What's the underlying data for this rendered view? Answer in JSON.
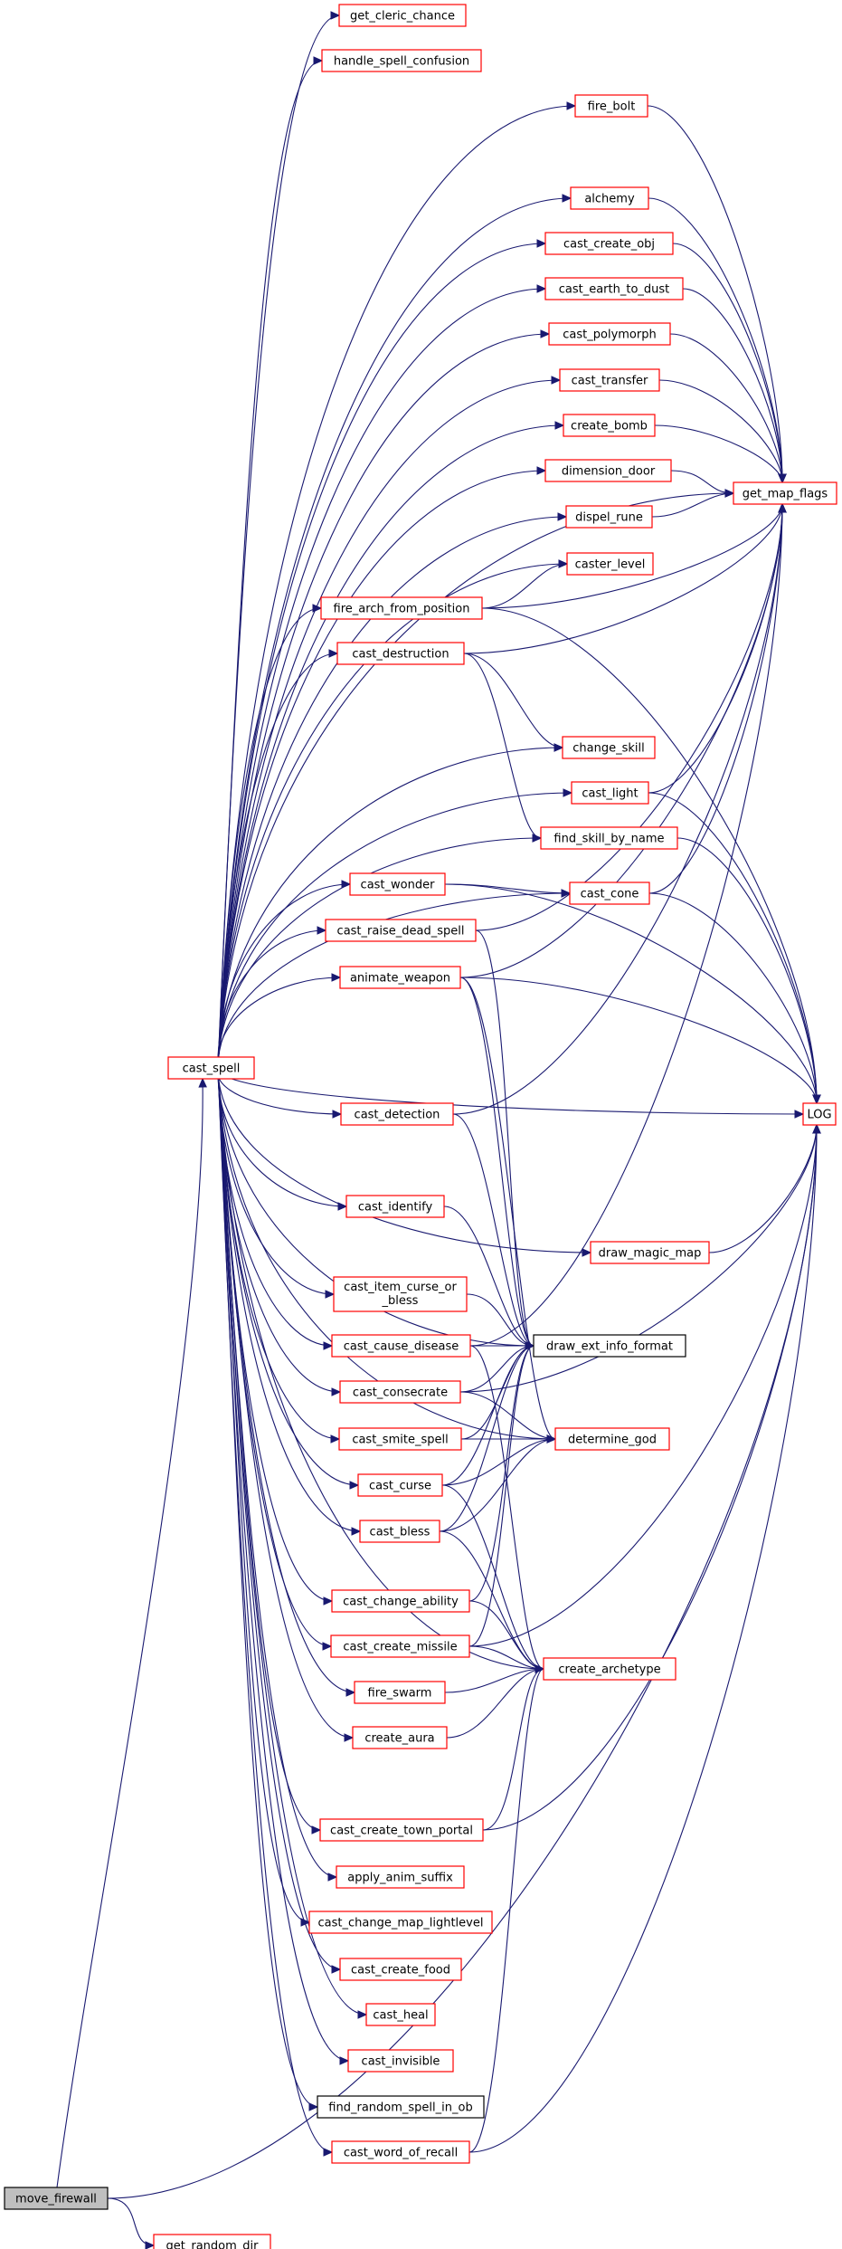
{
  "nodes": [
    {
      "id": "get_cleric_chance",
      "lines": [
        "get_cleric_chance"
      ],
      "style": "red"
    },
    {
      "id": "handle_spell_confusion",
      "lines": [
        "handle_spell_confusion"
      ],
      "style": "red"
    },
    {
      "id": "fire_bolt",
      "lines": [
        "fire_bolt"
      ],
      "style": "red"
    },
    {
      "id": "alchemy",
      "lines": [
        "alchemy"
      ],
      "style": "red"
    },
    {
      "id": "cast_create_obj",
      "lines": [
        "cast_create_obj"
      ],
      "style": "red"
    },
    {
      "id": "cast_earth_to_dust",
      "lines": [
        "cast_earth_to_dust"
      ],
      "style": "red"
    },
    {
      "id": "cast_polymorph",
      "lines": [
        "cast_polymorph"
      ],
      "style": "red"
    },
    {
      "id": "cast_transfer",
      "lines": [
        "cast_transfer"
      ],
      "style": "red"
    },
    {
      "id": "create_bomb",
      "lines": [
        "create_bomb"
      ],
      "style": "red"
    },
    {
      "id": "dimension_door",
      "lines": [
        "dimension_door"
      ],
      "style": "red"
    },
    {
      "id": "get_map_flags",
      "lines": [
        "get_map_flags"
      ],
      "style": "red"
    },
    {
      "id": "dispel_rune",
      "lines": [
        "dispel_rune"
      ],
      "style": "red"
    },
    {
      "id": "caster_level",
      "lines": [
        "caster_level"
      ],
      "style": "red"
    },
    {
      "id": "fire_arch_from_position",
      "lines": [
        "fire_arch_from_position"
      ],
      "style": "red"
    },
    {
      "id": "cast_destruction",
      "lines": [
        "cast_destruction"
      ],
      "style": "red"
    },
    {
      "id": "change_skill",
      "lines": [
        "change_skill"
      ],
      "style": "red"
    },
    {
      "id": "cast_light",
      "lines": [
        "cast_light"
      ],
      "style": "red"
    },
    {
      "id": "find_skill_by_name",
      "lines": [
        "find_skill_by_name"
      ],
      "style": "red"
    },
    {
      "id": "cast_wonder",
      "lines": [
        "cast_wonder"
      ],
      "style": "red"
    },
    {
      "id": "cast_cone",
      "lines": [
        "cast_cone"
      ],
      "style": "red"
    },
    {
      "id": "cast_raise_dead_spell",
      "lines": [
        "cast_raise_dead_spell"
      ],
      "style": "red"
    },
    {
      "id": "animate_weapon",
      "lines": [
        "animate_weapon"
      ],
      "style": "red"
    },
    {
      "id": "cast_spell",
      "lines": [
        "cast_spell"
      ],
      "style": "red"
    },
    {
      "id": "LOG",
      "lines": [
        "LOG"
      ],
      "style": "red"
    },
    {
      "id": "cast_detection",
      "lines": [
        "cast_detection"
      ],
      "style": "red"
    },
    {
      "id": "cast_identify",
      "lines": [
        "cast_identify"
      ],
      "style": "red"
    },
    {
      "id": "draw_magic_map",
      "lines": [
        "draw_magic_map"
      ],
      "style": "red"
    },
    {
      "id": "cast_item_curse_or_bless",
      "lines": [
        "cast_item_curse_or",
        "_bless"
      ],
      "style": "red"
    },
    {
      "id": "cast_cause_disease",
      "lines": [
        "cast_cause_disease"
      ],
      "style": "red"
    },
    {
      "id": "draw_ext_info_format",
      "lines": [
        "draw_ext_info_format"
      ],
      "style": "black"
    },
    {
      "id": "cast_consecrate",
      "lines": [
        "cast_consecrate"
      ],
      "style": "red"
    },
    {
      "id": "cast_smite_spell",
      "lines": [
        "cast_smite_spell"
      ],
      "style": "red"
    },
    {
      "id": "determine_god",
      "lines": [
        "determine_god"
      ],
      "style": "red"
    },
    {
      "id": "cast_curse",
      "lines": [
        "cast_curse"
      ],
      "style": "red"
    },
    {
      "id": "cast_bless",
      "lines": [
        "cast_bless"
      ],
      "style": "red"
    },
    {
      "id": "cast_change_ability",
      "lines": [
        "cast_change_ability"
      ],
      "style": "red"
    },
    {
      "id": "cast_create_missile",
      "lines": [
        "cast_create_missile"
      ],
      "style": "red"
    },
    {
      "id": "create_archetype",
      "lines": [
        "create_archetype"
      ],
      "style": "red"
    },
    {
      "id": "fire_swarm",
      "lines": [
        "fire_swarm"
      ],
      "style": "red"
    },
    {
      "id": "create_aura",
      "lines": [
        "create_aura"
      ],
      "style": "red"
    },
    {
      "id": "cast_create_town_portal",
      "lines": [
        "cast_create_town_portal"
      ],
      "style": "red"
    },
    {
      "id": "apply_anim_suffix",
      "lines": [
        "apply_anim_suffix"
      ],
      "style": "red"
    },
    {
      "id": "cast_change_map_lightlevel",
      "lines": [
        "cast_change_map_lightlevel"
      ],
      "style": "red"
    },
    {
      "id": "cast_create_food",
      "lines": [
        "cast_create_food"
      ],
      "style": "red"
    },
    {
      "id": "cast_heal",
      "lines": [
        "cast_heal"
      ],
      "style": "red"
    },
    {
      "id": "cast_invisible",
      "lines": [
        "cast_invisible"
      ],
      "style": "red"
    },
    {
      "id": "find_random_spell_in_ob",
      "lines": [
        "find_random_spell_in_ob"
      ],
      "style": "black"
    },
    {
      "id": "cast_word_of_recall",
      "lines": [
        "cast_word_of_recall"
      ],
      "style": "red"
    },
    {
      "id": "move_firewall",
      "lines": [
        "move_firewall"
      ],
      "style": "grey"
    },
    {
      "id": "get_random_dir",
      "lines": [
        "get_random_dir"
      ],
      "style": "red"
    }
  ],
  "edges": [
    [
      "move_firewall",
      "cast_spell"
    ],
    [
      "move_firewall",
      "LOG"
    ],
    [
      "move_firewall",
      "get_random_dir"
    ],
    [
      "cast_spell",
      "get_cleric_chance"
    ],
    [
      "cast_spell",
      "handle_spell_confusion"
    ],
    [
      "cast_spell",
      "fire_bolt"
    ],
    [
      "cast_spell",
      "get_map_flags"
    ],
    [
      "cast_spell",
      "alchemy"
    ],
    [
      "cast_spell",
      "cast_create_obj"
    ],
    [
      "cast_spell",
      "cast_earth_to_dust"
    ],
    [
      "cast_spell",
      "cast_polymorph"
    ],
    [
      "cast_spell",
      "cast_transfer"
    ],
    [
      "cast_spell",
      "create_bomb"
    ],
    [
      "cast_spell",
      "dimension_door"
    ],
    [
      "cast_spell",
      "dispel_rune"
    ],
    [
      "cast_spell",
      "caster_level"
    ],
    [
      "cast_spell",
      "fire_arch_from_position"
    ],
    [
      "cast_spell",
      "cast_destruction"
    ],
    [
      "cast_spell",
      "change_skill"
    ],
    [
      "cast_spell",
      "cast_light"
    ],
    [
      "cast_spell",
      "find_skill_by_name"
    ],
    [
      "cast_spell",
      "cast_cone"
    ],
    [
      "cast_spell",
      "cast_wonder"
    ],
    [
      "cast_spell",
      "cast_raise_dead_spell"
    ],
    [
      "cast_spell",
      "animate_weapon"
    ],
    [
      "cast_spell",
      "LOG"
    ],
    [
      "cast_spell",
      "cast_detection"
    ],
    [
      "cast_spell",
      "draw_magic_map"
    ],
    [
      "cast_spell",
      "cast_identify"
    ],
    [
      "cast_spell",
      "cast_item_curse_or_bless"
    ],
    [
      "cast_spell",
      "draw_ext_info_format"
    ],
    [
      "cast_spell",
      "cast_cause_disease"
    ],
    [
      "cast_spell",
      "cast_consecrate"
    ],
    [
      "cast_spell",
      "cast_smite_spell"
    ],
    [
      "cast_spell",
      "determine_god"
    ],
    [
      "cast_spell",
      "cast_curse"
    ],
    [
      "cast_spell",
      "cast_bless"
    ],
    [
      "cast_spell",
      "cast_change_ability"
    ],
    [
      "cast_spell",
      "cast_create_missile"
    ],
    [
      "cast_spell",
      "create_archetype"
    ],
    [
      "cast_spell",
      "fire_swarm"
    ],
    [
      "cast_spell",
      "create_aura"
    ],
    [
      "cast_spell",
      "cast_create_town_portal"
    ],
    [
      "cast_spell",
      "apply_anim_suffix"
    ],
    [
      "cast_spell",
      "cast_change_map_lightlevel"
    ],
    [
      "cast_spell",
      "cast_create_food"
    ],
    [
      "cast_spell",
      "cast_heal"
    ],
    [
      "cast_spell",
      "cast_invisible"
    ],
    [
      "cast_spell",
      "find_random_spell_in_ob"
    ],
    [
      "cast_spell",
      "cast_word_of_recall"
    ],
    [
      "fire_bolt",
      "get_map_flags"
    ],
    [
      "alchemy",
      "get_map_flags"
    ],
    [
      "cast_create_obj",
      "get_map_flags"
    ],
    [
      "cast_earth_to_dust",
      "get_map_flags"
    ],
    [
      "cast_polymorph",
      "get_map_flags"
    ],
    [
      "cast_transfer",
      "get_map_flags"
    ],
    [
      "create_bomb",
      "get_map_flags"
    ],
    [
      "dimension_door",
      "get_map_flags"
    ],
    [
      "dispel_rune",
      "get_map_flags"
    ],
    [
      "fire_arch_from_position",
      "caster_level"
    ],
    [
      "fire_arch_from_position",
      "get_map_flags"
    ],
    [
      "fire_arch_from_position",
      "LOG"
    ],
    [
      "cast_destruction",
      "get_map_flags"
    ],
    [
      "cast_destruction",
      "change_skill"
    ],
    [
      "cast_destruction",
      "find_skill_by_name"
    ],
    [
      "cast_light",
      "get_map_flags"
    ],
    [
      "cast_light",
      "LOG"
    ],
    [
      "find_skill_by_name",
      "LOG"
    ],
    [
      "cast_wonder",
      "cast_cone"
    ],
    [
      "cast_wonder",
      "LOG"
    ],
    [
      "cast_cone",
      "get_map_flags"
    ],
    [
      "cast_cone",
      "LOG"
    ],
    [
      "cast_raise_dead_spell",
      "get_map_flags"
    ],
    [
      "cast_raise_dead_spell",
      "draw_ext_info_format"
    ],
    [
      "animate_weapon",
      "get_map_flags"
    ],
    [
      "animate_weapon",
      "LOG"
    ],
    [
      "animate_weapon",
      "draw_ext_info_format"
    ],
    [
      "animate_weapon",
      "determine_god"
    ],
    [
      "cast_detection",
      "get_map_flags"
    ],
    [
      "cast_detection",
      "draw_ext_info_format"
    ],
    [
      "draw_magic_map",
      "LOG"
    ],
    [
      "cast_identify",
      "draw_ext_info_format"
    ],
    [
      "cast_item_curse_or_bless",
      "draw_ext_info_format"
    ],
    [
      "cast_cause_disease",
      "draw_ext_info_format"
    ],
    [
      "cast_cause_disease",
      "get_map_flags"
    ],
    [
      "cast_cause_disease",
      "create_archetype"
    ],
    [
      "cast_consecrate",
      "draw_ext_info_format"
    ],
    [
      "cast_consecrate",
      "determine_god"
    ],
    [
      "cast_consecrate",
      "LOG"
    ],
    [
      "cast_smite_spell",
      "determine_god"
    ],
    [
      "cast_smite_spell",
      "draw_ext_info_format"
    ],
    [
      "cast_curse",
      "draw_ext_info_format"
    ],
    [
      "cast_curse",
      "determine_god"
    ],
    [
      "cast_curse",
      "create_archetype"
    ],
    [
      "cast_bless",
      "draw_ext_info_format"
    ],
    [
      "cast_bless",
      "determine_god"
    ],
    [
      "cast_bless",
      "create_archetype"
    ],
    [
      "cast_change_ability",
      "draw_ext_info_format"
    ],
    [
      "cast_change_ability",
      "create_archetype"
    ],
    [
      "cast_create_missile",
      "draw_ext_info_format"
    ],
    [
      "cast_create_missile",
      "create_archetype"
    ],
    [
      "cast_create_missile",
      "LOG"
    ],
    [
      "fire_swarm",
      "create_archetype"
    ],
    [
      "create_aura",
      "create_archetype"
    ],
    [
      "cast_create_town_portal",
      "create_archetype"
    ],
    [
      "cast_create_town_portal",
      "LOG"
    ],
    [
      "cast_word_of_recall",
      "create_archetype"
    ],
    [
      "cast_word_of_recall",
      "LOG"
    ]
  ]
}
